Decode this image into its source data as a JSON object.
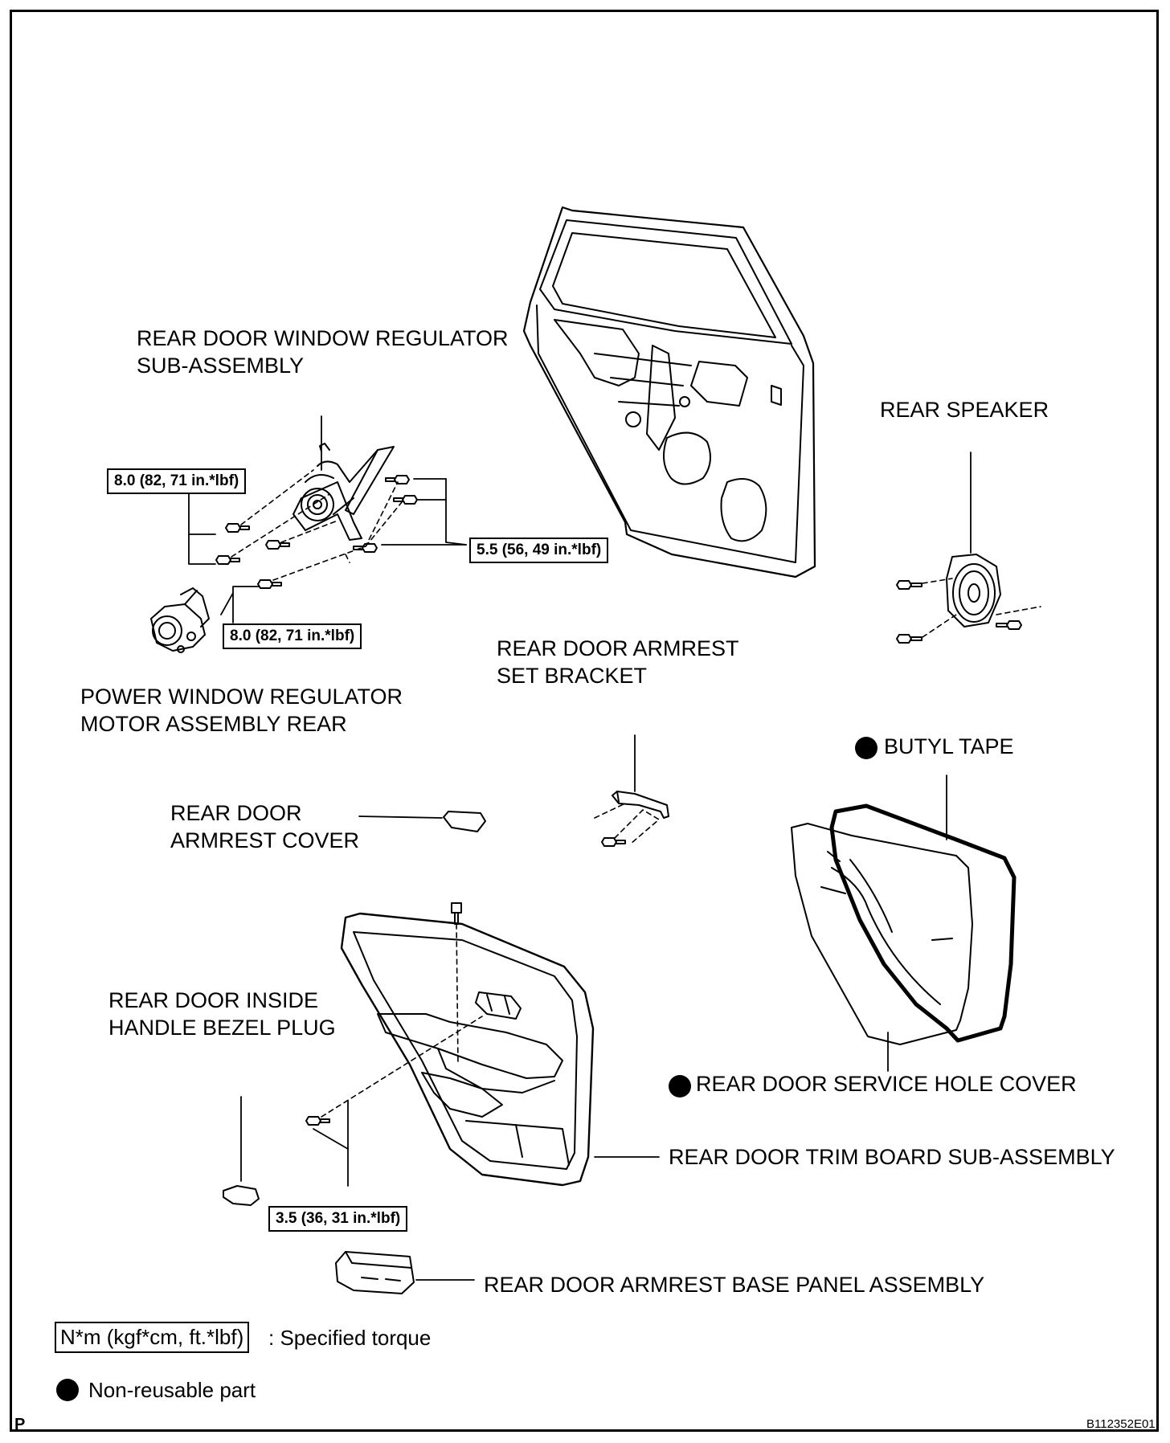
{
  "labels": {
    "window_regulator": [
      "REAR DOOR WINDOW REGULATOR",
      "SUB-ASSEMBLY"
    ],
    "rear_speaker": "REAR SPEAKER",
    "motor_assembly": [
      "POWER WINDOW REGULATOR",
      "MOTOR ASSEMBLY REAR"
    ],
    "armrest_bracket": [
      "REAR DOOR ARMREST",
      "SET BRACKET"
    ],
    "butyl_tape": "BUTYL TAPE",
    "armrest_cover": [
      "REAR DOOR",
      "ARMREST COVER"
    ],
    "bezel_plug": [
      "REAR DOOR INSIDE",
      "HANDLE BEZEL PLUG"
    ],
    "service_hole_cover": "REAR DOOR SERVICE HOLE COVER",
    "trim_board": "REAR DOOR TRIM BOARD SUB-ASSEMBLY",
    "armrest_base_panel": "REAR DOOR ARMREST BASE PANEL ASSEMBLY"
  },
  "torques": {
    "regulator_upper": "8.0 (82, 71 in.*lbf)",
    "regulator_right": "5.5 (56, 49 in.*lbf)",
    "regulator_lower": "8.0 (82, 71 in.*lbf)",
    "trim_screw": "3.5 (36, 31 in.*lbf)"
  },
  "legend": {
    "torque_unit": "N*m (kgf*cm, ft.*lbf)",
    "torque_text": ": Specified torque",
    "nonreusable_text": "Non-reusable part"
  },
  "footer": {
    "left_marker": "P",
    "figure_code": "B112352E01"
  },
  "icons": [
    "bolt-icon",
    "screw-icon",
    "non-reusable-dot-icon"
  ]
}
